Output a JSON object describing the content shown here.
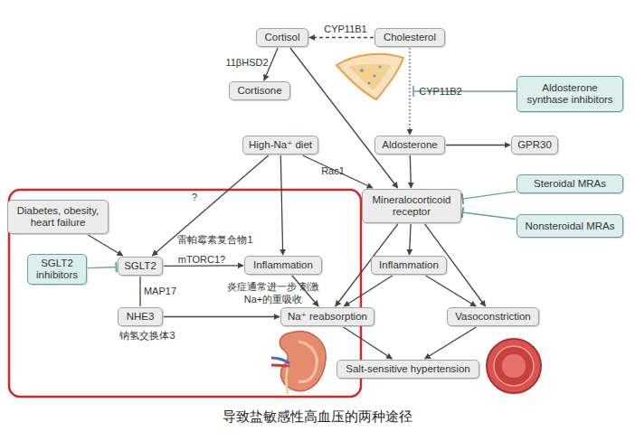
{
  "diagram": {
    "caption": "导致盐敏感性高血压的两种途径",
    "nodes": [
      {
        "text": [
          "Cortisol"
        ]
      },
      {
        "text": [
          "Cholesterol"
        ]
      },
      {
        "text": [
          "Cortisone"
        ]
      },
      {
        "text": [
          "Aldosterone synthase inhibitors"
        ]
      },
      {
        "text": [
          "High-Na⁺ diet"
        ]
      },
      {
        "text": [
          "Aldosterone"
        ]
      },
      {
        "text": [
          "GPR30"
        ]
      },
      {
        "text": [
          "Mineralocorticoid receptor"
        ]
      },
      {
        "text": [
          "Steroidal MRAs"
        ]
      },
      {
        "text": [
          "Nonsteroidal MRAs"
        ]
      },
      {
        "text": [
          "Diabetes, obesity, heart failure"
        ]
      },
      {
        "text": [
          "SGLT2 inhibitors"
        ]
      },
      {
        "text": [
          "SGLT2"
        ]
      },
      {
        "text": [
          "Inflammation"
        ]
      },
      {
        "text": [
          "Inflammation"
        ]
      },
      {
        "text": [
          "NHE3"
        ]
      },
      {
        "text": [
          "Na⁺ reabsorption"
        ]
      },
      {
        "text": [
          "Vasoconstriction"
        ]
      },
      {
        "text": [
          "Salt-sensitive hypertension"
        ]
      }
    ],
    "edges": [
      {
        "from": 1,
        "to": 0,
        "label": "CYP11B1",
        "arrow": "to"
      },
      {
        "from": 0,
        "to": 2,
        "label": "11βHSD2",
        "arrow": "to"
      },
      {
        "from": 0,
        "to": 7,
        "arrow": "to"
      },
      {
        "from": 1,
        "to": 5,
        "label": "CYP11B2",
        "arrow": "to"
      },
      {
        "from": 5,
        "to": 6,
        "arrow": "to"
      },
      {
        "from": 5,
        "to": 7,
        "arrow": "to"
      },
      {
        "from": 4,
        "to": 7,
        "label": "Rac1",
        "arrow": "to"
      },
      {
        "from": 4,
        "to": 12,
        "label": "?",
        "arrow": "to"
      },
      {
        "from": 4,
        "to": 13,
        "arrow": "to"
      },
      {
        "from": 8,
        "to": 7,
        "arrow": "to"
      },
      {
        "from": 9,
        "to": 7,
        "arrow": "to"
      },
      {
        "from": 10,
        "to": 12,
        "arrow": "to"
      },
      {
        "from": 11,
        "to": 12,
        "arrow": "to"
      },
      {
        "from": 12,
        "to": 13,
        "label": "mTORC1?",
        "arrow": "to"
      },
      {
        "from": 12,
        "to": 15,
        "label": "MAP17",
        "arrow": "none"
      },
      {
        "from": 15,
        "to": 16,
        "arrow": "to"
      },
      {
        "from": 13,
        "to": 16,
        "arrow": "to"
      },
      {
        "from": 7,
        "to": 16,
        "arrow": "to"
      },
      {
        "from": 7,
        "to": 14,
        "arrow": "to"
      },
      {
        "from": 7,
        "to": 17,
        "arrow": "to"
      },
      {
        "from": 14,
        "to": 16,
        "arrow": "to"
      },
      {
        "from": 14,
        "to": 17,
        "arrow": "to"
      },
      {
        "from": 16,
        "to": 18,
        "arrow": "to"
      },
      {
        "from": 17,
        "to": 18,
        "arrow": "to"
      }
    ],
    "labels": [
      "雷帕霉素复合物1",
      "炎症通常进一步 刺激Na+的重吸收",
      "钠氢交换体3"
    ]
  }
}
